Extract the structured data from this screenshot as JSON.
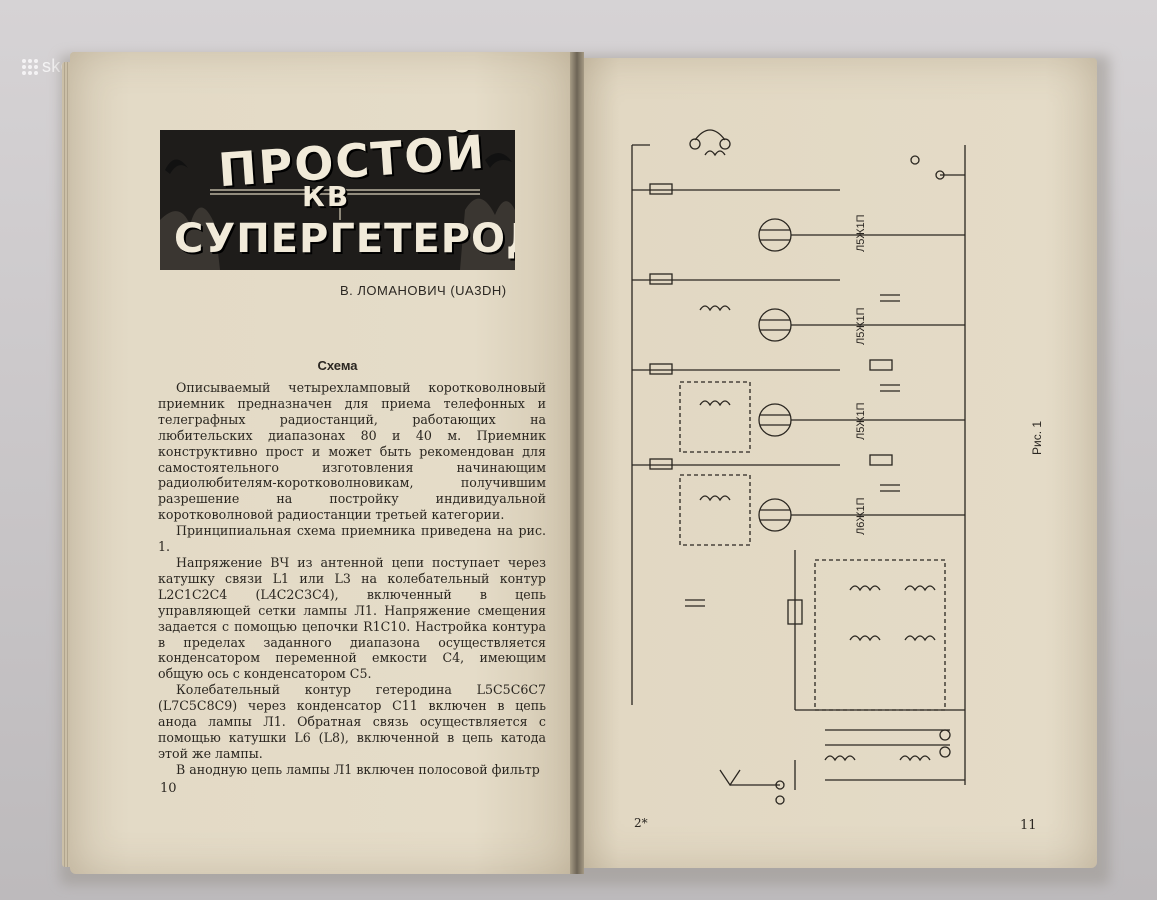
{
  "watermark": {
    "text": "skelbiu.lt"
  },
  "left_page": {
    "banner": {
      "line1": "ПРОСТОЙ",
      "line2": "КВ",
      "line3": "СУПЕРГЕТЕРОДИН"
    },
    "author": "В. ЛОМАНОВИЧ (UA3DH)",
    "section_title": "Схема",
    "paragraphs": [
      "Описываемый четырехламповый коротковолновый приемник предназначен для приема телефонных и телеграфных радиостанций, работающих на любительских диапазонах 80 и 40 м. Приемник конструктивно прост и может быть рекомендован для самостоятельного изготовления начинающим радиолюбителям-коротковолновикам, получившим разрешение на постройку индивидуальной коротковолновой радиостанции третьей категории.",
      "Принципиальная схема приемника приведена на рис. 1.",
      "Напряжение ВЧ из антенной цепи поступает через катушку связи L1 или L3 на колебательный контур L2C1C2C4 (L4C2C3C4), включенный в цепь управляющей сетки лампы Л1. Напряжение смещения задается с помощью цепочки R1C10. Настройка контура в пределах заданного диапазона осуществляется конденсатором переменной емкости C4, имеющим общую ось с конденсатором C5.",
      "Колебательный контур гетеродина L5C5C6C7 (L7C5C8C9) через конденсатор C11 включен в цепь анода лампы Л1. Обратная связь осуществляется с помощью катушки L6 (L8), включенной в цепь катода этой же лампы.",
      "В анодную цепь лампы Л1 включен полосовой фильтр"
    ],
    "page_number": "10"
  },
  "right_page": {
    "figure_caption": "Рис. 1",
    "signature_mark": "2*",
    "page_number": "11",
    "tube_labels": [
      "Л5Ж1П",
      "Л5Ж1П",
      "Л5Ж1П",
      "Л6Ж1П"
    ]
  },
  "colors": {
    "paper": "#e3dac6",
    "ink": "#2a2620",
    "banner_bg": "#1e1c1a"
  }
}
